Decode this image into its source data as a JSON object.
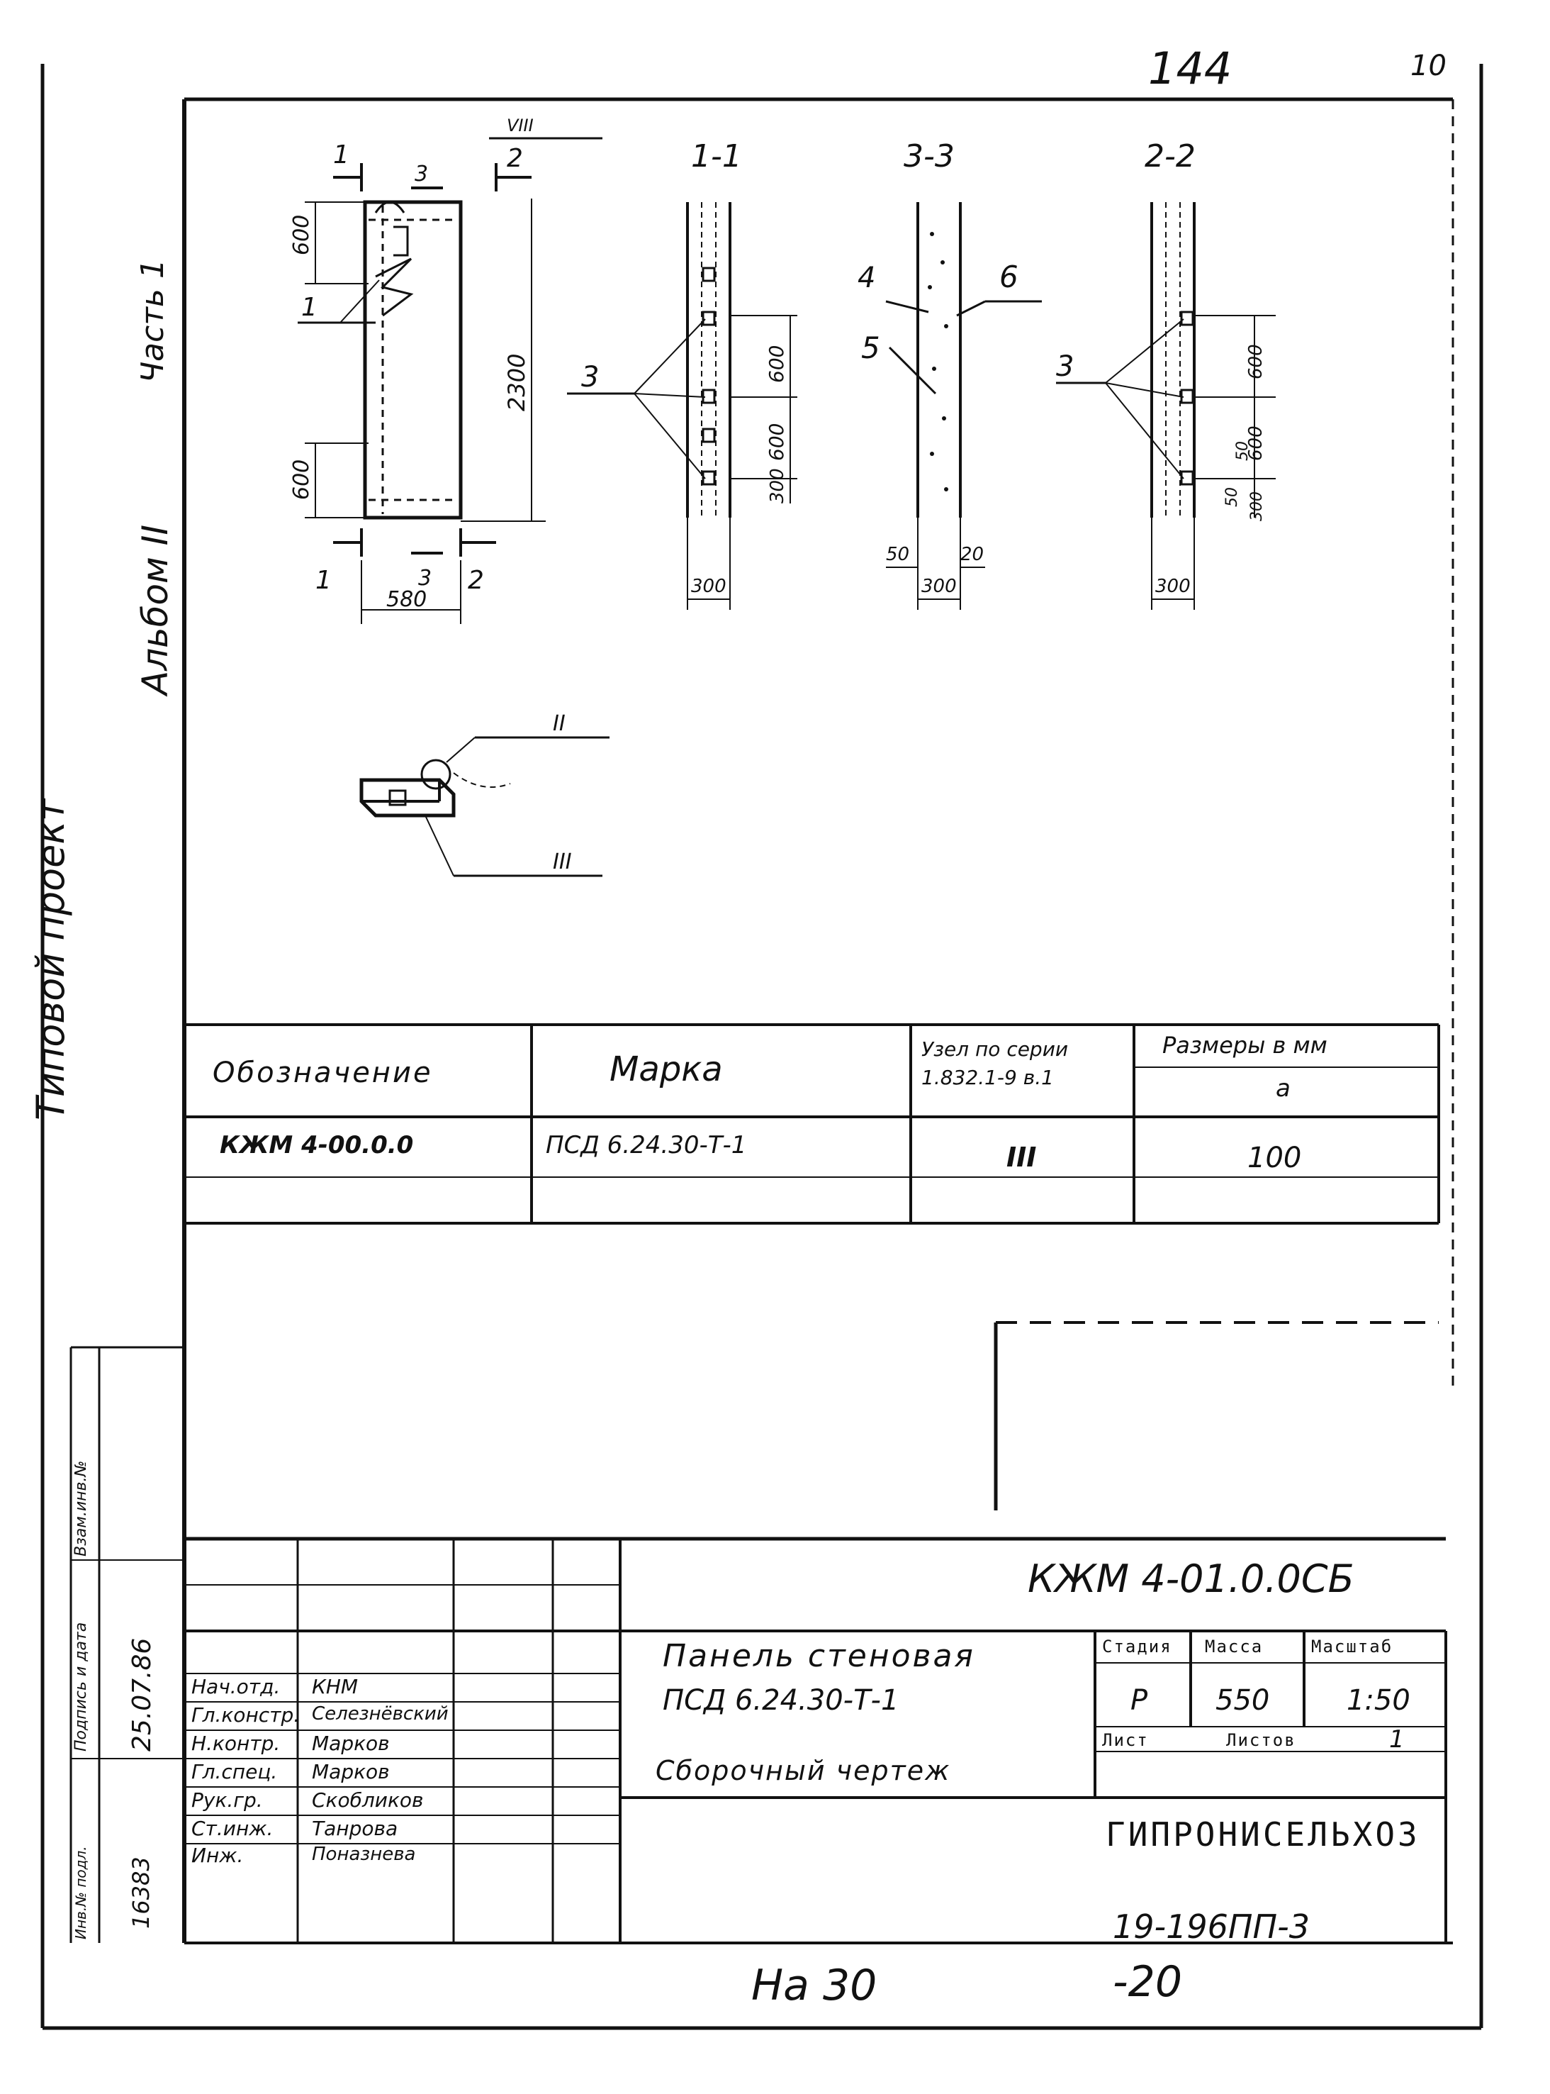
{
  "page_marks": {
    "sheet_number": "144",
    "corner_number": "10",
    "bottom_note": "На 30",
    "bottom_code": "19-196ПП-3",
    "bottom_code2": "-20"
  },
  "left_binding": {
    "vertical_title_1": "Типовой проект",
    "vertical_title_2": "Альбом II",
    "vertical_title_3": "Часть 1",
    "col_1": "Инв.№ подл.",
    "col_2": "Подпись и дата",
    "col_3": "Взам.инв.№",
    "inv_no": "16383",
    "date": "25.07.86"
  },
  "drawing": {
    "view_labels": [
      "1-1",
      "3-3",
      "2-2"
    ],
    "main_view": {
      "cut_1": "1",
      "cut_2": "2",
      "cut_3": "3",
      "dim_height": "2300",
      "dim_top": "600",
      "dim_bottom": "600",
      "dim_width": "580",
      "leader": "1",
      "node": "VIII"
    },
    "section_1_1": {
      "leader": "3",
      "dims": [
        "600",
        "600",
        "300"
      ],
      "width": "300"
    },
    "section_3_3": {
      "leaders": [
        "4",
        "5",
        "6"
      ],
      "dims": [
        "50",
        "20"
      ],
      "width": "300"
    },
    "section_2_2": {
      "leader": "3",
      "dims": [
        "600",
        "600",
        "50",
        "300",
        "50"
      ],
      "width": "300"
    },
    "small_view": {
      "node_a": "II",
      "node_b": "III"
    }
  },
  "spec_table": {
    "headers": {
      "designation": "Обозначение",
      "mark": "Марка",
      "node": "Узел по серии 1.832.1-9 в.1",
      "sizes": "Размеры в мм",
      "size_a": "а"
    },
    "rows": [
      {
        "designation": "КЖМ 4-00.0.0",
        "mark": "ПСД 6.24.30-Т-1",
        "node": "III",
        "a": "100"
      }
    ]
  },
  "title_block": {
    "doc_code": "КЖМ 4-01.0.0СБ",
    "title_line_1": "Панель стеновая",
    "title_line_2": "ПСД 6.24.30-Т-1",
    "title_line_3": "Сборочный чертеж",
    "stage_label": "Стадия",
    "mass_label": "Масса",
    "scale_label": "Масштаб",
    "stage": "Р",
    "mass": "550",
    "scale": "1:50",
    "sheet_label": "Лист",
    "sheets_label": "Листов",
    "sheets_count": "1",
    "organization": "ГИПРОНИСЕЛЬХОЗ",
    "signatures": [
      {
        "role": "Нач.отд.",
        "name": "КНМ"
      },
      {
        "role": "Гл.констр.",
        "name": "Селезнёвский"
      },
      {
        "role": "Н.контр.",
        "name": "Марков"
      },
      {
        "role": "Гл.спец.",
        "name": "Марков"
      },
      {
        "role": "Рук.гр.",
        "name": "Скобликов"
      },
      {
        "role": "Ст.инж.",
        "name": "Танрова"
      },
      {
        "role": "Инж.",
        "name": "Поназнева"
      }
    ]
  }
}
